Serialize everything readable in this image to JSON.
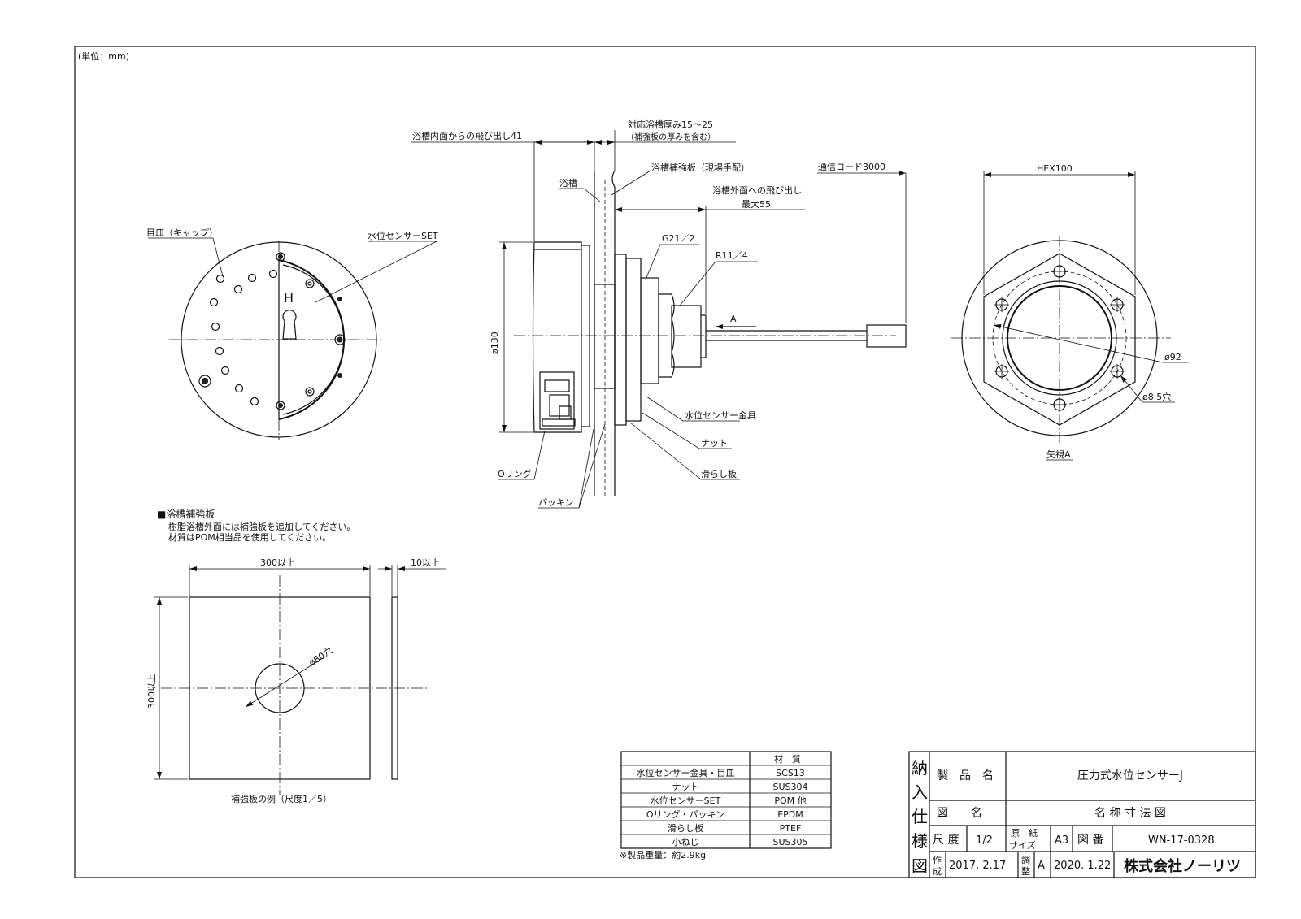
{
  "sheet": {
    "unit_note": "(単位：mm)"
  },
  "front_view": {
    "cap_label": "目皿（キャップ）",
    "sensor_set_label": "水位センサーSET"
  },
  "side_view": {
    "protrusion_inner": "浴槽内面からの飛び出し41",
    "tub_thickness_line1": "対応浴槽厚み15～25",
    "tub_thickness_line2": "（補強板の厚みを含む）",
    "tub_label": "浴槽",
    "reinforce_label": "浴槽補強板（現場手配）",
    "protrusion_outer_line1": "浴槽外面への飛び出し",
    "protrusion_outer_line2": "最大55",
    "cord_label": "通信コード3000",
    "g_thread": "G21／2",
    "r_thread": "R11／4",
    "arrow_a": "A",
    "dia_130": "ø130",
    "fitting_label": "水位センサー金具",
    "nut_label": "ナット",
    "slide_plate_label": "滑らし板",
    "oring_label": "Oリング",
    "packing_label": "パッキン"
  },
  "view_a": {
    "hex_label": "HEX100",
    "dia_92": "ø92",
    "hole_label": "ø8.5穴",
    "caption": "矢視A"
  },
  "plate_note": {
    "heading": "■浴槽補強板",
    "line1": "樹脂浴槽外面には補強板を追加してください。",
    "line2": "材質はPOM相当品を使用してください。"
  },
  "plate_view": {
    "width_label": "300以上",
    "thickness_label": "10以上",
    "height_label": "300以上",
    "hole_label": "ø80穴",
    "caption": "補強板の例（尺度1／5）"
  },
  "materials": {
    "header": "材　質",
    "rows": [
      {
        "part": "水位センサー金具・目皿",
        "material": "SCS13"
      },
      {
        "part": "ナット",
        "material": "SUS304"
      },
      {
        "part": "水位センサーSET",
        "material": "POM 他"
      },
      {
        "part": "Oリング・パッキン",
        "material": "EPDM"
      },
      {
        "part": "滑らし板",
        "material": "PTEF"
      },
      {
        "part": "小ねじ",
        "material": "SUS305"
      }
    ],
    "weight_note": "※製品重量：約2.9kg"
  },
  "title_block": {
    "side_chars": [
      "納",
      "入",
      "仕",
      "様",
      "図"
    ],
    "product_name_label": "製　品　名",
    "product_name": "圧力式水位センサーJ",
    "drawing_name_label": "図　　名",
    "drawing_name": "名 称 寸 法 図",
    "scale_label": "尺 度",
    "scale": "1/2",
    "paper_size_label_1": "原　紙",
    "paper_size_label_2": "サイズ",
    "paper_size": "A3",
    "drawing_no_label": "図 番",
    "drawing_no": "WN-17-0328",
    "created_label_1": "作",
    "created_label_2": "成",
    "created_date": "2017. 2.17",
    "revised_label_1": "調",
    "revised_label_2": "整",
    "revision": "A",
    "revised_date": "2020. 1.22",
    "company": "株式会社ノーリツ"
  }
}
